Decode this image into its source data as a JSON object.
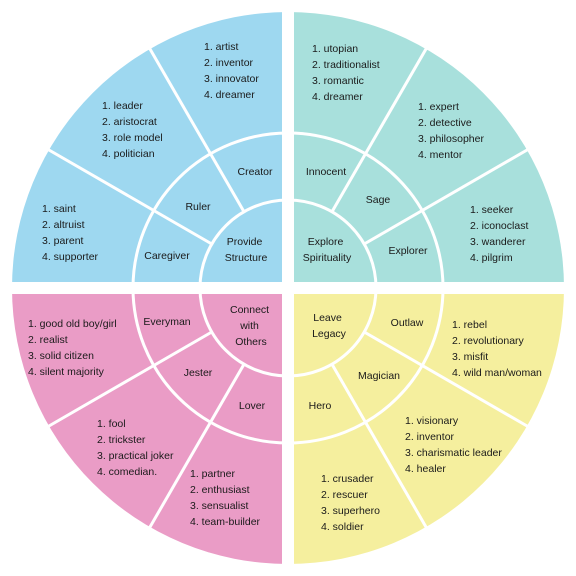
{
  "colors": {
    "blue": "#9ed8f0",
    "teal": "#a8e0dc",
    "pink": "#ea9cc6",
    "yellow": "#f5ef9e",
    "line": "#ffffff"
  },
  "center": {
    "q1": [
      "Provide",
      "Structure"
    ],
    "q2": [
      "Explore",
      "Spirituality"
    ],
    "q3": [
      "Connect",
      "with",
      "Others"
    ],
    "q4": [
      "Leave",
      "Legacy"
    ]
  },
  "archetypes": {
    "caregiver": "Caregiver",
    "ruler": "Ruler",
    "creator": "Creator",
    "innocent": "Innocent",
    "sage": "Sage",
    "explorer": "Explorer",
    "everyman": "Everyman",
    "jester": "Jester",
    "lover": "Lover",
    "outlaw": "Outlaw",
    "magician": "Magician",
    "hero": "Hero"
  },
  "traits": {
    "caregiver": [
      "1. saint",
      "2. altruist",
      "3. parent",
      "4. supporter"
    ],
    "ruler": [
      "1. leader",
      "2. aristocrat",
      "3. role model",
      "4. politician"
    ],
    "creator": [
      "1. artist",
      "2. inventor",
      "3. innovator",
      "4. dreamer"
    ],
    "innocent": [
      "1. utopian",
      "2. traditionalist",
      "3. romantic",
      "4. dreamer"
    ],
    "sage": [
      "1. expert",
      "2. detective",
      "3. philosopher",
      "4. mentor"
    ],
    "explorer": [
      "1. seeker",
      "2. iconoclast",
      "3. wanderer",
      "4.  pilgrim"
    ],
    "everyman": [
      "1. good old boy/girl",
      "2. realist",
      "3. solid citizen",
      "4. silent majority"
    ],
    "jester": [
      "1. fool",
      "2. trickster",
      "3. practical joker",
      "4. comedian."
    ],
    "lover": [
      "1. partner",
      "2. enthusiast",
      "3. sensualist",
      "4. team-builder"
    ],
    "outlaw": [
      "1. rebel",
      "2. revolutionary",
      "3. misfit",
      "4. wild man/woman"
    ],
    "magician": [
      "1. visionary",
      "2. inventor",
      "3. charismatic leader",
      "4. healer"
    ],
    "hero": [
      "1. crusader",
      "2. rescuer",
      "3.  superhero",
      "4. soldier"
    ]
  }
}
